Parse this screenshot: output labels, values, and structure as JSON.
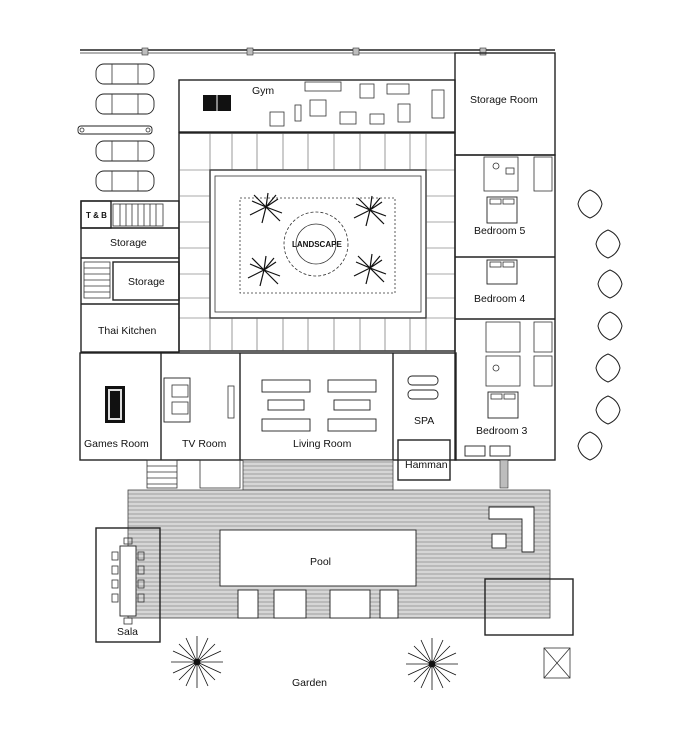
{
  "rooms": {
    "gym": "Gym",
    "storage_room": "Storage Room",
    "t_and_b": "T & B",
    "storage_1": "Storage",
    "storage_2": "Storage",
    "thai_kitchen": "Thai Kitchen",
    "bedroom_5": "Bedroom 5",
    "bedroom_4": "Bedroom 4",
    "bedroom_3": "Bedroom 3",
    "landscape": "LANDSCAPE",
    "games_room": "Games Room",
    "tv_room": "TV Room",
    "living_room": "Living Room",
    "spa": "SPA",
    "hamman": "Hamman",
    "pool": "Pool",
    "sala": "Sala",
    "garden": "Garden"
  },
  "colors": {
    "wall": "#222222",
    "deck": "#9e9e9e",
    "background": "#ffffff"
  }
}
